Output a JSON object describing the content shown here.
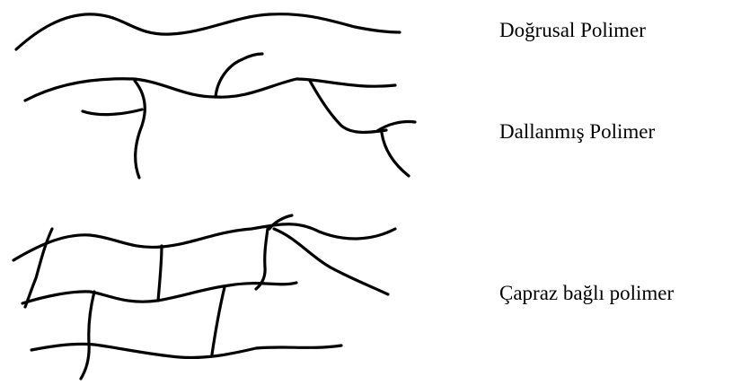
{
  "labels": {
    "linear": "Doğrusal Polimer",
    "branched": "Dallanmış Polimer",
    "crosslinked": "Çapraz bağlı polimer"
  },
  "colors": {
    "background": "#ffffff",
    "stroke": "#000000",
    "text": "#000000"
  }
}
